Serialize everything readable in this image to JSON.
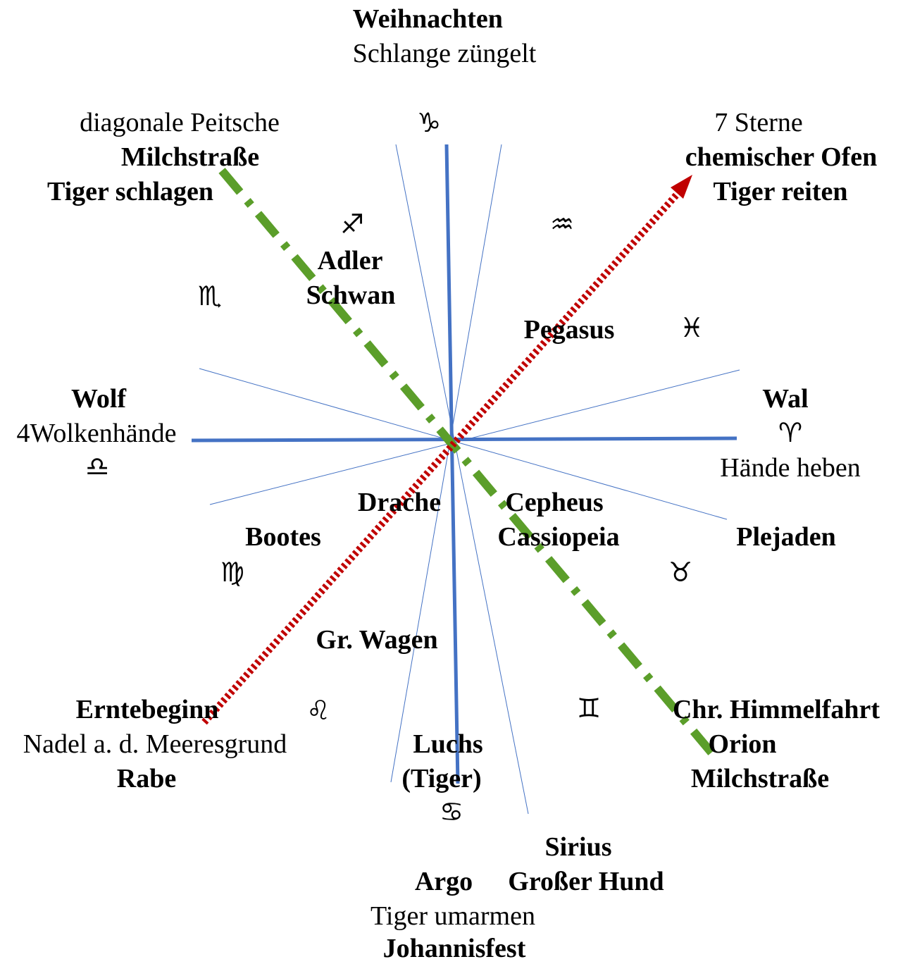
{
  "colors": {
    "axis": "#4472C4",
    "milky_way_dash": "#5B9E2A",
    "dotted_arrow": "#C00000",
    "text": "#000000"
  },
  "labels": {
    "top": {
      "title": "Weihnachten",
      "sub": "Schlange züngelt"
    },
    "top_left": {
      "l1": "diagonale Peitsche",
      "l2": "Milchstraße",
      "l3": "Tiger schlagen"
    },
    "top_right": {
      "l1": "7 Sterne",
      "l2": "chemischer Ofen",
      "l3": "Tiger reiten"
    },
    "left": {
      "title": "Wolf",
      "sub": "4Wolkenhände"
    },
    "right": {
      "title": "Wal",
      "sub": "Hände heben"
    },
    "bottom_left": {
      "l1": "Erntebeginn",
      "l2": "Nadel a. d. Meeresgrund",
      "l3": "Rabe"
    },
    "bottom_right": {
      "l1": "Chr. Himmelfahrt",
      "l2": "Orion",
      "l3": "Milchstraße"
    },
    "bottom": {
      "luchs": "Luchs",
      "tiger": "(Tiger)",
      "sirius": "Sirius",
      "argo": "Argo",
      "hund": "Großer Hund",
      "sub": "Tiger umarmen",
      "title": "Johannisfest"
    },
    "inner": {
      "adler": "Adler",
      "schwan": "Schwan",
      "pegasus": "Pegasus",
      "drache": "Drache",
      "cepheus": "Cepheus",
      "cassiopeia": "Cassiopeia",
      "bootes": "Bootes",
      "plejaden": "Plejaden",
      "gr_wagen": "Gr. Wagen"
    }
  },
  "zodiac": {
    "capricorn": "♑︎",
    "sagittarius": "♐︎",
    "aquarius": "♒︎",
    "scorpio": "♏︎",
    "pisces": "♓︎",
    "aries": "♈︎",
    "libra": "♎︎",
    "virgo": "♍︎",
    "taurus": "♉︎",
    "leo": "♌︎",
    "gemini": "♊︎",
    "cancer": "♋︎"
  }
}
